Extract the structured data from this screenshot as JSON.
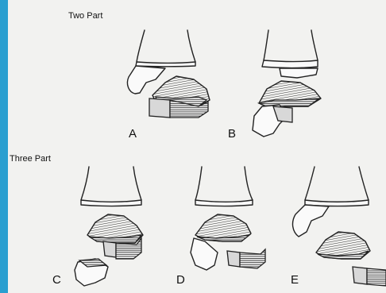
{
  "headings": {
    "two_part": "Two Part",
    "three_part": "Three Part"
  },
  "panels": {
    "a": "A",
    "b": "B",
    "c": "C",
    "d": "D",
    "e": "E"
  },
  "colors": {
    "frame": "#2a9fd0",
    "paper": "#f2f2f0",
    "ink": "#222222"
  }
}
